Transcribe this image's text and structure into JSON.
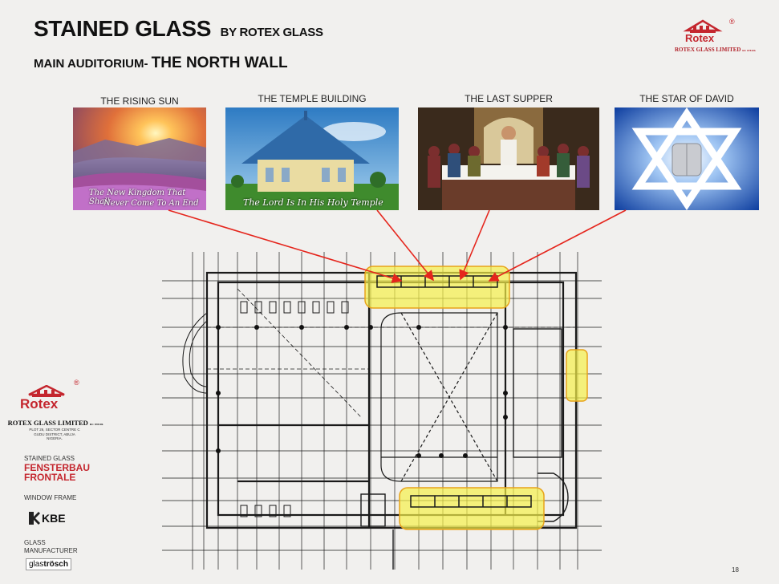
{
  "header": {
    "title": "STAINED GLASS",
    "title_suffix": "BY ROTEX GLASS",
    "subtitle_prefix": "MAIN AUDITORIUM-",
    "subtitle_main": "THE NORTH WALL"
  },
  "logo_top": {
    "brand": "Rotex",
    "company": "ROTEX GLASS LIMITED",
    "company_suffix": "RC 878106",
    "registered": "®"
  },
  "panels": [
    {
      "label": "THE RISING SUN",
      "caption_line1": "The New Kingdom That Shall",
      "caption_line2": "Never Come To An End"
    },
    {
      "label": "THE TEMPLE BUILDING",
      "caption_line1": "The Lord Is In His Holy Temple"
    },
    {
      "label": "THE LAST SUPPER"
    },
    {
      "label": "THE STAR OF DAVID"
    }
  ],
  "sidebar": {
    "brand": "Rotex",
    "registered": "®",
    "company": "ROTEX GLASS LIMITED",
    "company_suffix": "RC 878106",
    "address_lines": [
      "PLOT 26, SECTOR CENTRE C",
      "GUDU DISTRICT, ABUJA",
      "NIGERIA."
    ],
    "stained_glass_label": "STAINED GLASS",
    "stained_glass_brand_line1": "FENSTERBAU",
    "stained_glass_brand_line2": "FRONTALE",
    "window_frame_label": "WINDOW FRAME",
    "window_frame_brand": "KBE",
    "glass_label_line1": "GLASS",
    "glass_label_line2": "MANUFACTURER",
    "glass_brand_prefix": "glas",
    "glass_brand_suffix": "trösch"
  },
  "footer": {
    "page_number": "18"
  },
  "colors": {
    "arrow": "#e5251c",
    "highlight_fill": "#f5ef4a",
    "highlight_stroke": "#e8a31a",
    "brand_red": "#c4262e",
    "plan_line": "#1a1a1a"
  }
}
